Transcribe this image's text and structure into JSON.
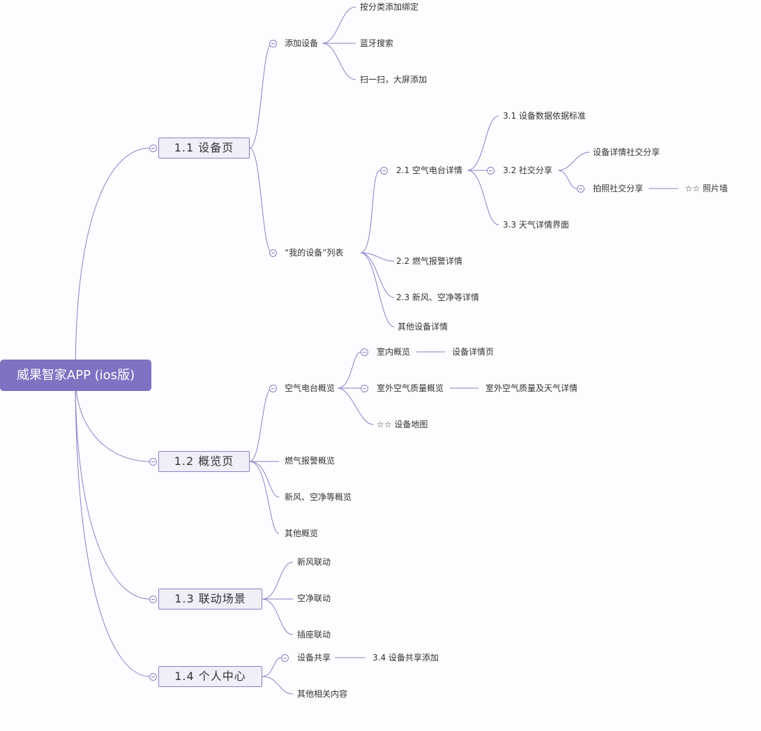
{
  "root": "威果智家APP (ios版)",
  "main": {
    "device_page": "1.1  设备页",
    "overview_page": "1.2  概览页",
    "linkage_scene": "1.3  联动场景",
    "personal_center": "1.4  个人中心"
  },
  "nodes": {
    "add_device": "添加设备",
    "add_by_category": "按分类添加绑定",
    "bluetooth_search": "蓝牙搜索",
    "scan_big_screen": "扫一扫，大屏添加",
    "my_devices_list": "“我的设备”列表",
    "air_radio_detail": "2.1 空气电台详情",
    "data_standard": "3.1 设备数据依据标准",
    "social_share": "3.2 社交分享",
    "detail_social_share": "设备详情社交分享",
    "photo_social_share": "拍照社交分享",
    "photo_wall": "☆☆ 照片墙",
    "weather_detail": "3.3 天气详情界面",
    "gas_alarm_detail": "2.2 燃气报警详情",
    "fresh_air_detail": "2.3 新风、空净等详情",
    "other_device_detail": "其他设备详情",
    "air_radio_overview": "空气电台概览",
    "indoor_overview": "室内概览",
    "device_detail_page": "设备详情页",
    "outdoor_air_overview": "室外空气质量概览",
    "outdoor_air_weather": "室外空气质量及天气详情",
    "device_map": "☆☆ 设备地图",
    "gas_alarm_overview": "燃气报警概览",
    "fresh_air_overview": "新风、空净等概览",
    "other_overview": "其他概览",
    "fresh_air_linkage": "新风联动",
    "purifier_linkage": "空净联动",
    "socket_linkage": "插座联动",
    "device_share": "设备共享",
    "device_share_add": "3.4 设备共享添加",
    "other_content": "其他相关内容"
  },
  "colors": {
    "accent": "#7e72c2",
    "line": "#8a80c4",
    "main_fill": "#f0eef9",
    "background": "#fdfcfe"
  }
}
